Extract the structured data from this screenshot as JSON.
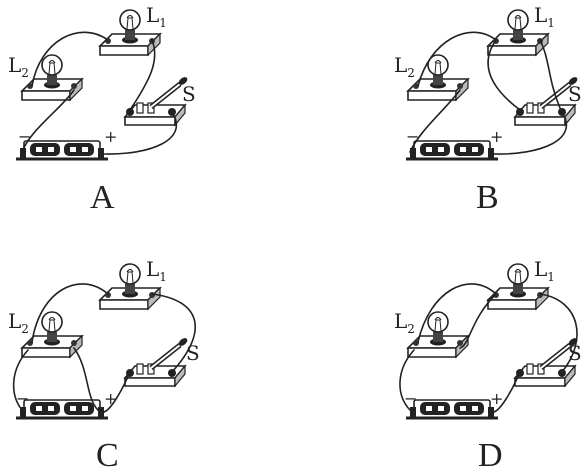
{
  "labels": {
    "lamp1": "L",
    "lamp1_sub": "1",
    "lamp2": "L",
    "lamp2_sub": "2",
    "switch": "S",
    "minus": "−",
    "plus": "+"
  },
  "panels": [
    {
      "option": "A"
    },
    {
      "option": "B"
    },
    {
      "option": "C"
    },
    {
      "option": "D"
    }
  ]
}
